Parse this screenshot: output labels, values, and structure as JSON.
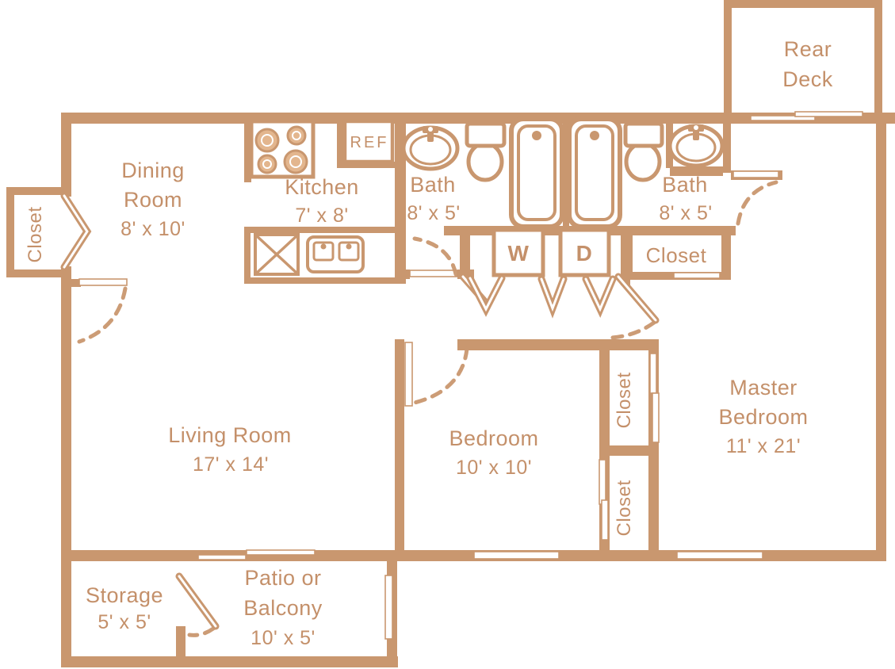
{
  "theme": {
    "wall_color": "#C9976F",
    "text_color": "#C4906A"
  },
  "floor_plan": {
    "rooms": {
      "rear_deck": {
        "line1": "Rear",
        "line2": "Deck"
      },
      "dining": {
        "line1": "Dining",
        "line2": "Room",
        "dims": "8' x 10'"
      },
      "kitchen": {
        "name": "Kitchen",
        "dims": "7' x 8'"
      },
      "bath1": {
        "name": "Bath",
        "dims": "8' x 5'"
      },
      "bath2": {
        "name": "Bath",
        "dims": "8' x 5'"
      },
      "living": {
        "name": "Living Room",
        "dims": "17' x 14'"
      },
      "bedroom": {
        "name": "Bedroom",
        "dims": "10' x 10'"
      },
      "master": {
        "line1": "Master",
        "line2": "Bedroom",
        "dims": "11' x 21'"
      },
      "storage": {
        "name": "Storage",
        "dims": "5' x 5'"
      },
      "patio": {
        "line1": "Patio or",
        "line2": "Balcony",
        "dims": "10' x 5'"
      }
    },
    "labels": {
      "closet": "Closet",
      "washer": "W",
      "dryer": "D",
      "refrigerator": "REF"
    }
  }
}
